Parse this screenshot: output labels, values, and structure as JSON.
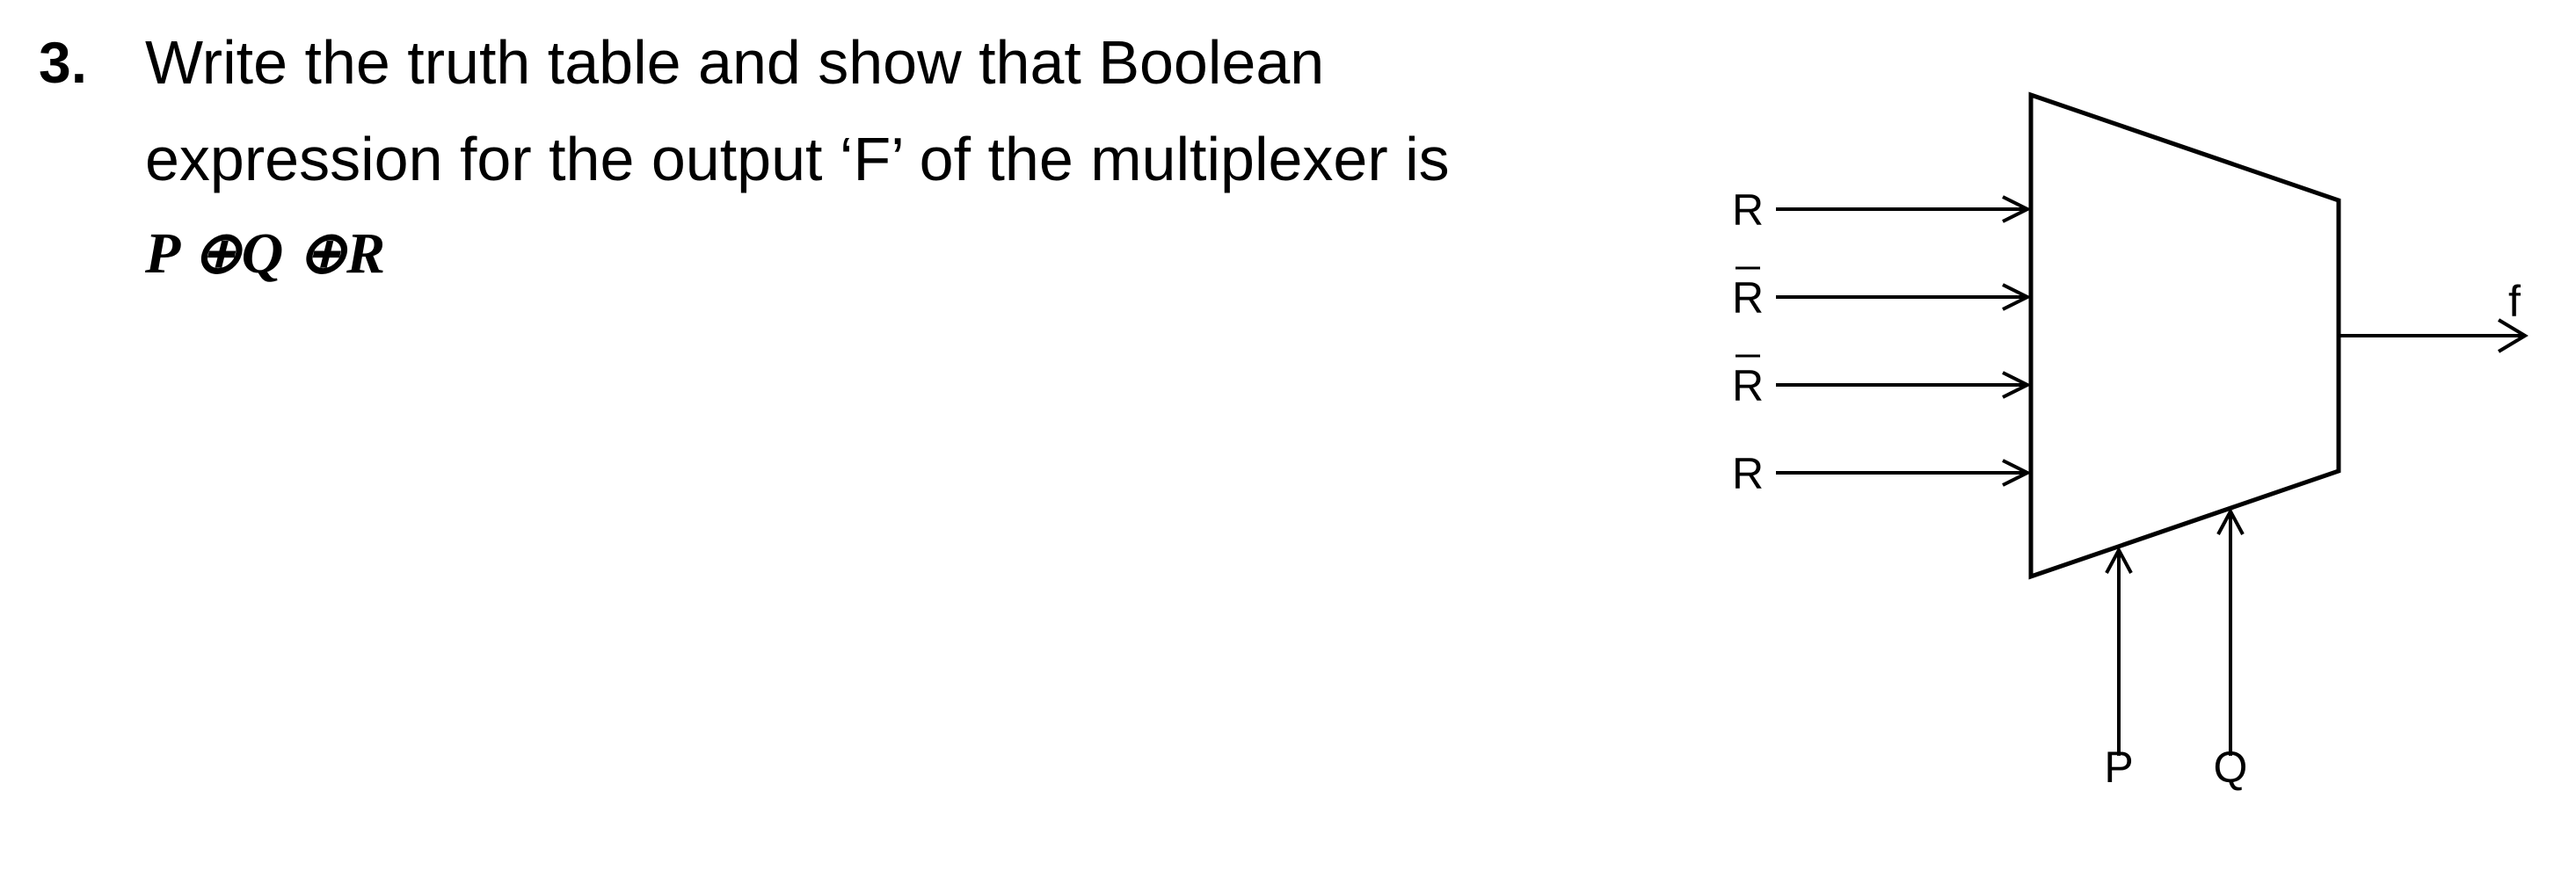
{
  "question": {
    "number": "3.",
    "line1": "Write the truth table and show that Boolean",
    "line2": "expression for the output ‘F’ of the multiplexer is",
    "expression": "P ⊕Q ⊕R"
  },
  "diagram": {
    "inputs": [
      {
        "label": "R",
        "complemented": false
      },
      {
        "label": "R",
        "complemented": true
      },
      {
        "label": "R",
        "complemented": true
      },
      {
        "label": "R",
        "complemented": false
      }
    ],
    "output_label": "f",
    "select_labels": [
      "P",
      "Q"
    ]
  }
}
